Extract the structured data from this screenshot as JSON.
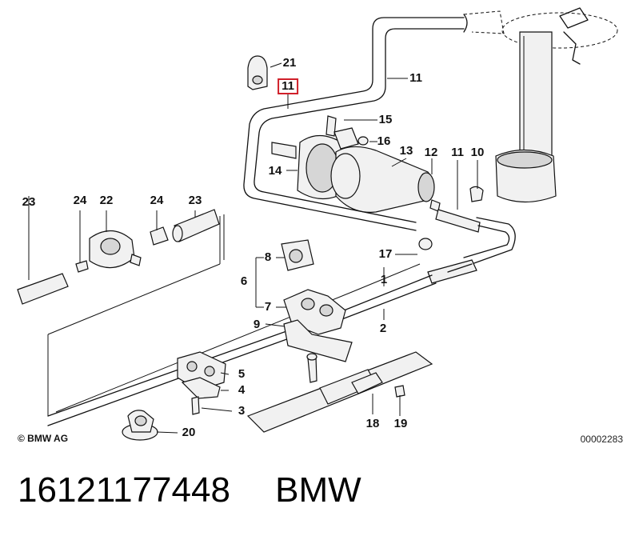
{
  "diagram": {
    "callouts": [
      {
        "id": "c1",
        "label": "1",
        "highlight": false
      },
      {
        "id": "c2",
        "label": "2",
        "highlight": false
      },
      {
        "id": "c3",
        "label": "3",
        "highlight": false
      },
      {
        "id": "c4",
        "label": "4",
        "highlight": false
      },
      {
        "id": "c5",
        "label": "5",
        "highlight": false
      },
      {
        "id": "c6",
        "label": "6",
        "highlight": false
      },
      {
        "id": "c7",
        "label": "7",
        "highlight": false
      },
      {
        "id": "c8",
        "label": "8",
        "highlight": false
      },
      {
        "id": "c9",
        "label": "9",
        "highlight": false
      },
      {
        "id": "c10",
        "label": "10",
        "highlight": false
      },
      {
        "id": "c11a",
        "label": "11",
        "highlight": true
      },
      {
        "id": "c11b",
        "label": "11",
        "highlight": false
      },
      {
        "id": "c11c",
        "label": "11",
        "highlight": false
      },
      {
        "id": "c12",
        "label": "12",
        "highlight": false
      },
      {
        "id": "c13",
        "label": "13",
        "highlight": false
      },
      {
        "id": "c14",
        "label": "14",
        "highlight": false
      },
      {
        "id": "c15",
        "label": "15",
        "highlight": false
      },
      {
        "id": "c16",
        "label": "16",
        "highlight": false
      },
      {
        "id": "c17",
        "label": "17",
        "highlight": false
      },
      {
        "id": "c18",
        "label": "18",
        "highlight": false
      },
      {
        "id": "c19",
        "label": "19",
        "highlight": false
      },
      {
        "id": "c20",
        "label": "20",
        "highlight": false
      },
      {
        "id": "c21",
        "label": "21",
        "highlight": false
      },
      {
        "id": "c22",
        "label": "22",
        "highlight": false
      },
      {
        "id": "c23a",
        "label": "23",
        "highlight": false
      },
      {
        "id": "c23b",
        "label": "23",
        "highlight": false
      },
      {
        "id": "c24a",
        "label": "24",
        "highlight": false
      },
      {
        "id": "c24b",
        "label": "24",
        "highlight": false
      }
    ],
    "copyright": "© BMW AG",
    "drawing_number": "00002283",
    "highlight_color": "#d0202a"
  },
  "footer": {
    "part_number": "16121177448",
    "brand": "BMW"
  }
}
